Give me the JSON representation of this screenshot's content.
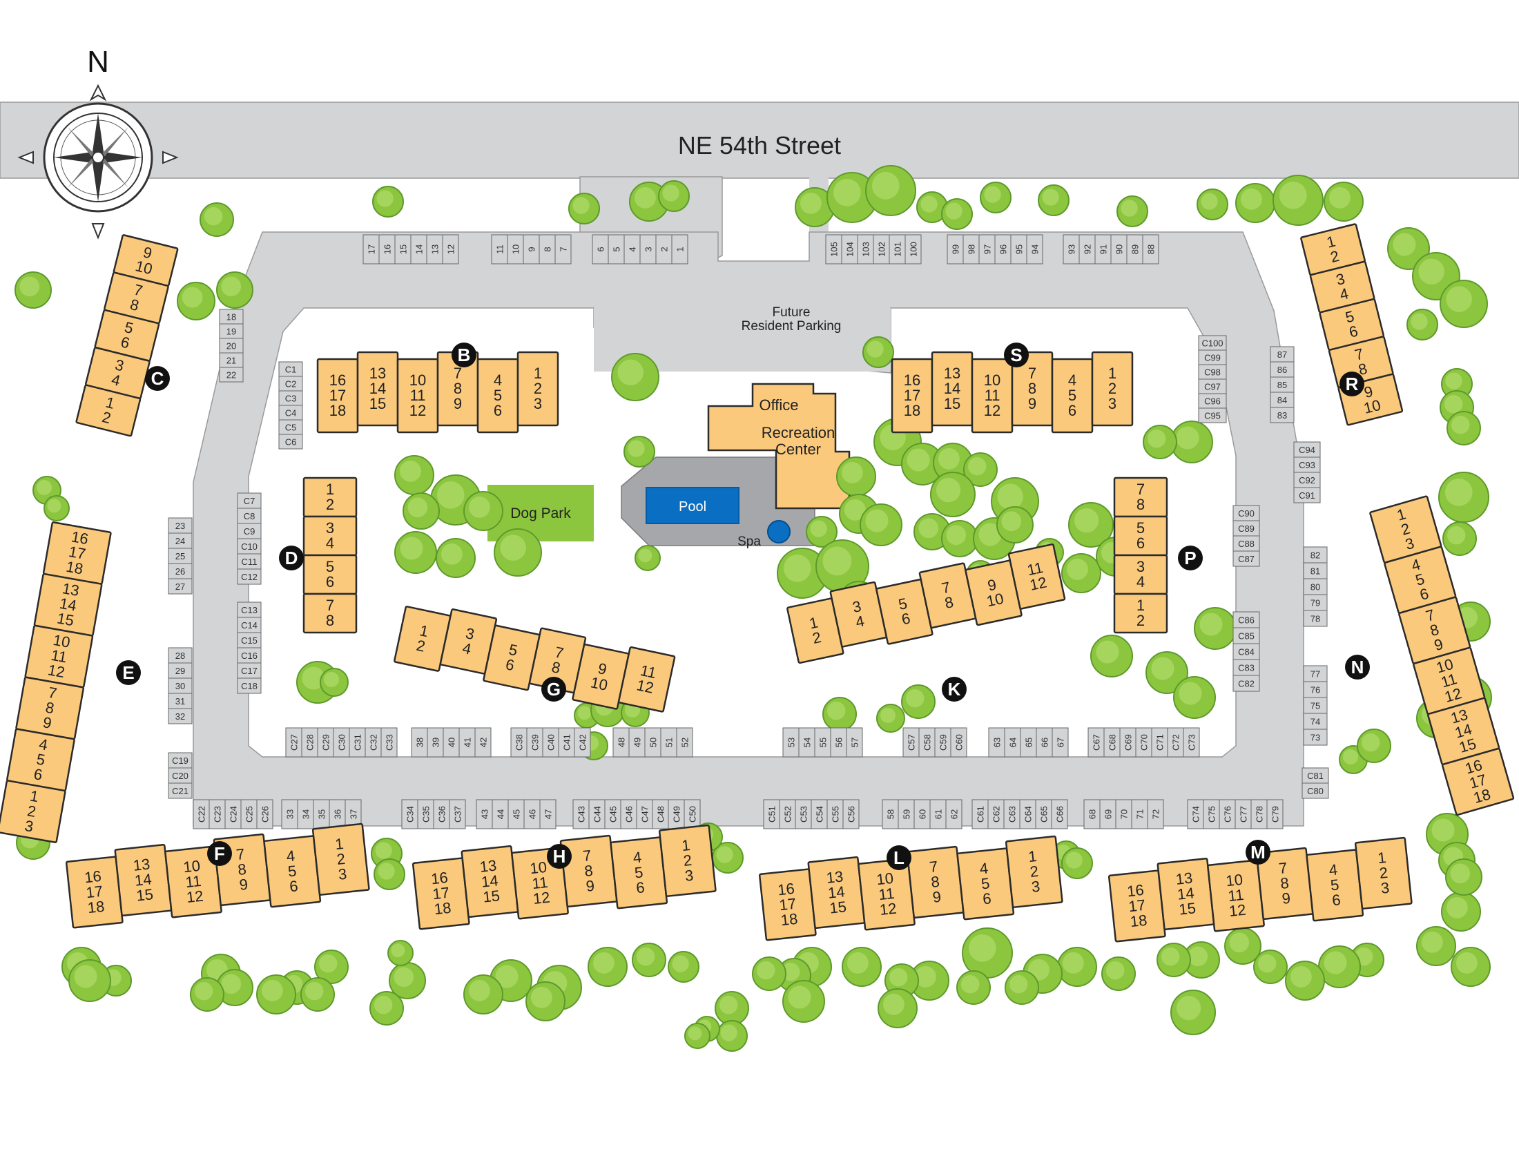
{
  "street": {
    "name": "NE 54th Street"
  },
  "compass": {
    "north": "N"
  },
  "amenities": {
    "office": "Office",
    "rec_line1": "Recreation",
    "rec_line2": "Center",
    "pool": "Pool",
    "spa": "Spa",
    "dog_park": "Dog Park",
    "future_line1": "Future",
    "future_line2": "Resident Parking"
  },
  "colors": {
    "building": "#fbc97c",
    "tree": "#8cc63f",
    "road": "#d3d4d6",
    "pool": "#0a6fc2",
    "dog_park": "#8cc63f"
  },
  "buildings": [
    {
      "id": "B",
      "units": [
        [
          "16",
          "17",
          "18"
        ],
        [
          "13",
          "14",
          "15"
        ],
        [
          "10",
          "11",
          "12"
        ],
        [
          "7",
          "8",
          "9"
        ],
        [
          "4",
          "5",
          "6"
        ],
        [
          "1",
          "2",
          "3"
        ]
      ]
    },
    {
      "id": "S",
      "units": [
        [
          "16",
          "17",
          "18"
        ],
        [
          "13",
          "14",
          "15"
        ],
        [
          "10",
          "11",
          "12"
        ],
        [
          "7",
          "8",
          "9"
        ],
        [
          "4",
          "5",
          "6"
        ],
        [
          "1",
          "2",
          "3"
        ]
      ]
    },
    {
      "id": "C",
      "units": [
        [
          "9",
          "10"
        ],
        [
          "7",
          "8"
        ],
        [
          "5",
          "6"
        ],
        [
          "3",
          "4"
        ],
        [
          "1",
          "2"
        ]
      ]
    },
    {
      "id": "R",
      "units": [
        [
          "1",
          "2"
        ],
        [
          "3",
          "4"
        ],
        [
          "5",
          "6"
        ],
        [
          "7",
          "8"
        ],
        [
          "9",
          "10"
        ]
      ]
    },
    {
      "id": "D",
      "units": [
        [
          "1",
          "2"
        ],
        [
          "3",
          "4"
        ],
        [
          "5",
          "6"
        ],
        [
          "7",
          "8"
        ]
      ]
    },
    {
      "id": "P",
      "units": [
        [
          "7",
          "8"
        ],
        [
          "5",
          "6"
        ],
        [
          "3",
          "4"
        ],
        [
          "1",
          "2"
        ]
      ]
    },
    {
      "id": "E",
      "units": [
        [
          "16",
          "17",
          "18"
        ],
        [
          "13",
          "14",
          "15"
        ],
        [
          "10",
          "11",
          "12"
        ],
        [
          "7",
          "8",
          "9"
        ],
        [
          "4",
          "5",
          "6"
        ],
        [
          "1",
          "2",
          "3"
        ]
      ]
    },
    {
      "id": "N",
      "units": [
        [
          "1",
          "2",
          "3"
        ],
        [
          "4",
          "5",
          "6"
        ],
        [
          "7",
          "8",
          "9"
        ],
        [
          "10",
          "11",
          "12"
        ],
        [
          "13",
          "14",
          "15"
        ],
        [
          "16",
          "17",
          "18"
        ]
      ]
    },
    {
      "id": "G",
      "units": [
        [
          "1",
          "2"
        ],
        [
          "3",
          "4"
        ],
        [
          "5",
          "6"
        ],
        [
          "7",
          "8"
        ],
        [
          "9",
          "10"
        ],
        [
          "11",
          "12"
        ]
      ]
    },
    {
      "id": "K",
      "units": [
        [
          "1",
          "2"
        ],
        [
          "3",
          "4"
        ],
        [
          "5",
          "6"
        ],
        [
          "7",
          "8"
        ],
        [
          "9",
          "10"
        ],
        [
          "11",
          "12"
        ]
      ]
    },
    {
      "id": "F",
      "units": [
        [
          "16",
          "17",
          "18"
        ],
        [
          "13",
          "14",
          "15"
        ],
        [
          "10",
          "11",
          "12"
        ],
        [
          "7",
          "8",
          "9"
        ],
        [
          "4",
          "5",
          "6"
        ],
        [
          "1",
          "2",
          "3"
        ]
      ]
    },
    {
      "id": "H",
      "units": [
        [
          "16",
          "17",
          "18"
        ],
        [
          "13",
          "14",
          "15"
        ],
        [
          "10",
          "11",
          "12"
        ],
        [
          "7",
          "8",
          "9"
        ],
        [
          "4",
          "5",
          "6"
        ],
        [
          "1",
          "2",
          "3"
        ]
      ]
    },
    {
      "id": "L",
      "units": [
        [
          "16",
          "17",
          "18"
        ],
        [
          "13",
          "14",
          "15"
        ],
        [
          "10",
          "11",
          "12"
        ],
        [
          "7",
          "8",
          "9"
        ],
        [
          "4",
          "5",
          "6"
        ],
        [
          "1",
          "2",
          "3"
        ]
      ]
    },
    {
      "id": "M",
      "units": [
        [
          "16",
          "17",
          "18"
        ],
        [
          "13",
          "14",
          "15"
        ],
        [
          "10",
          "11",
          "12"
        ],
        [
          "7",
          "8",
          "9"
        ],
        [
          "4",
          "5",
          "6"
        ],
        [
          "1",
          "2",
          "3"
        ]
      ]
    }
  ],
  "parking": {
    "top_left": [
      "17",
      "16",
      "15",
      "14",
      "13",
      "12"
    ],
    "top_mid": [
      "11",
      "10",
      "9",
      "8",
      "7"
    ],
    "top_right": [
      "6",
      "5",
      "4",
      "3",
      "2",
      "1"
    ],
    "top_east_a": [
      "105",
      "104",
      "103",
      "102",
      "101",
      "100"
    ],
    "top_east_b": [
      "99",
      "98",
      "97",
      "96",
      "95",
      "94"
    ],
    "top_east_c": [
      "93",
      "92",
      "91",
      "90",
      "89",
      "88"
    ],
    "west_diag": [
      "18",
      "19",
      "20",
      "21",
      "22"
    ],
    "west_inner_a": [
      "C1",
      "C2",
      "C3",
      "C4",
      "C5",
      "C6"
    ],
    "west_inner_b": [
      "C7",
      "C8",
      "C9",
      "C10",
      "C11",
      "C12"
    ],
    "west_inner_c": [
      "C13",
      "C14",
      "C15",
      "C16",
      "C17",
      "C18"
    ],
    "west_outer_a": [
      "23",
      "24",
      "25",
      "26",
      "27"
    ],
    "west_outer_b": [
      "28",
      "29",
      "30",
      "31",
      "32"
    ],
    "west_outer_c": [
      "C19",
      "C20",
      "C21"
    ],
    "east_diag_inner": [
      "C100",
      "C99",
      "C98",
      "C97",
      "C96",
      "C95"
    ],
    "east_diag_outer": [
      "87",
      "86",
      "85",
      "84",
      "83"
    ],
    "east_outer_a": [
      "C94",
      "C93",
      "C92",
      "C91"
    ],
    "east_inner_a": [
      "C90",
      "C89",
      "C88",
      "C87"
    ],
    "east_inner_b": [
      "C86",
      "C85",
      "C84",
      "C83",
      "C82"
    ],
    "east_outer_b": [
      "82",
      "81",
      "80",
      "79",
      "78"
    ],
    "east_outer_c": [
      "77",
      "76",
      "75",
      "74",
      "73"
    ],
    "east_outer_d": [
      "C81",
      "C80"
    ],
    "inner_south_1": [
      "C27",
      "C28",
      "C29",
      "C30",
      "C31",
      "C32",
      "C33"
    ],
    "inner_south_2": [
      "38",
      "39",
      "40",
      "41",
      "42"
    ],
    "inner_south_3": [
      "C38",
      "C39",
      "C40",
      "C41",
      "C42"
    ],
    "inner_south_4": [
      "48",
      "49",
      "50",
      "51",
      "52"
    ],
    "inner_south_5": [
      "53",
      "54",
      "55",
      "56",
      "57"
    ],
    "inner_south_6": [
      "C57",
      "C58",
      "C59",
      "C60"
    ],
    "inner_south_7": [
      "63",
      "64",
      "65",
      "66",
      "67"
    ],
    "inner_south_8": [
      "C67",
      "C68",
      "C69",
      "C70",
      "C71",
      "C72",
      "C73"
    ],
    "outer_south_1": [
      "C22",
      "C23",
      "C24",
      "C25",
      "C26"
    ],
    "outer_south_2": [
      "33",
      "34",
      "35",
      "36",
      "37"
    ],
    "outer_south_3": [
      "C34",
      "C35",
      "C36",
      "C37"
    ],
    "outer_south_4": [
      "43",
      "44",
      "45",
      "46",
      "47"
    ],
    "outer_south_5": [
      "C43",
      "C44",
      "C45",
      "C46",
      "C47",
      "C48",
      "C49",
      "C50"
    ],
    "outer_south_6": [
      "C51",
      "C52",
      "C53",
      "C54",
      "C55",
      "C56"
    ],
    "outer_south_7": [
      "58",
      "59",
      "60",
      "61",
      "62"
    ],
    "outer_south_8": [
      "C61",
      "C62",
      "C63",
      "C64",
      "C65",
      "C66"
    ],
    "outer_south_9": [
      "68",
      "69",
      "70",
      "71",
      "72"
    ],
    "outer_south_10": [
      "C74",
      "C75",
      "C76",
      "C77",
      "C78",
      "C79"
    ]
  }
}
